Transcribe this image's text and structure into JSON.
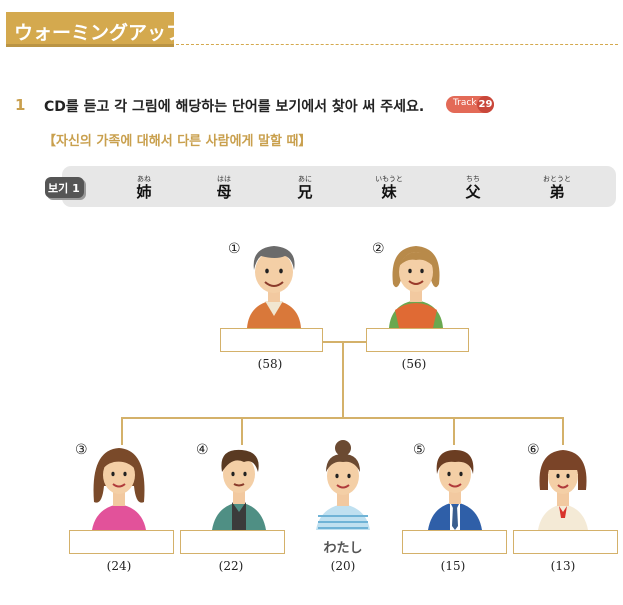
{
  "header": {
    "title": "ウォーミングアップ"
  },
  "question": {
    "number": "1",
    "text": "CD를 듣고 각 그림에 해당하는 단어를 보기에서 찾아 써 주세요.",
    "track_label": "Track",
    "track_number": "29",
    "subtitle": "【자신의 가족에 대해서 다른 사람에게 말할 때】"
  },
  "word_box": {
    "tag": "보기 1",
    "words": [
      {
        "furigana": "あね",
        "kanji": "姉"
      },
      {
        "furigana": "はは",
        "kanji": "母"
      },
      {
        "furigana": "あに",
        "kanji": "兄"
      },
      {
        "furigana": "いもうと",
        "kanji": "妹"
      },
      {
        "furigana": "ちち",
        "kanji": "父"
      },
      {
        "furigana": "おとうと",
        "kanji": "弟"
      }
    ]
  },
  "tree": {
    "parents": [
      {
        "marker": "①",
        "age": "(58)"
      },
      {
        "marker": "②",
        "age": "(56)"
      }
    ],
    "children": [
      {
        "marker": "③",
        "age": "(24)"
      },
      {
        "marker": "④",
        "age": "(22)"
      },
      {
        "marker": "",
        "label": "わたし",
        "age": "(20)"
      },
      {
        "marker": "⑤",
        "age": "(15)"
      },
      {
        "marker": "⑥",
        "age": "(13)"
      }
    ]
  },
  "colors": {
    "accent": "#d4a94e",
    "track": "#e36a57",
    "line": "#d4b16a"
  }
}
